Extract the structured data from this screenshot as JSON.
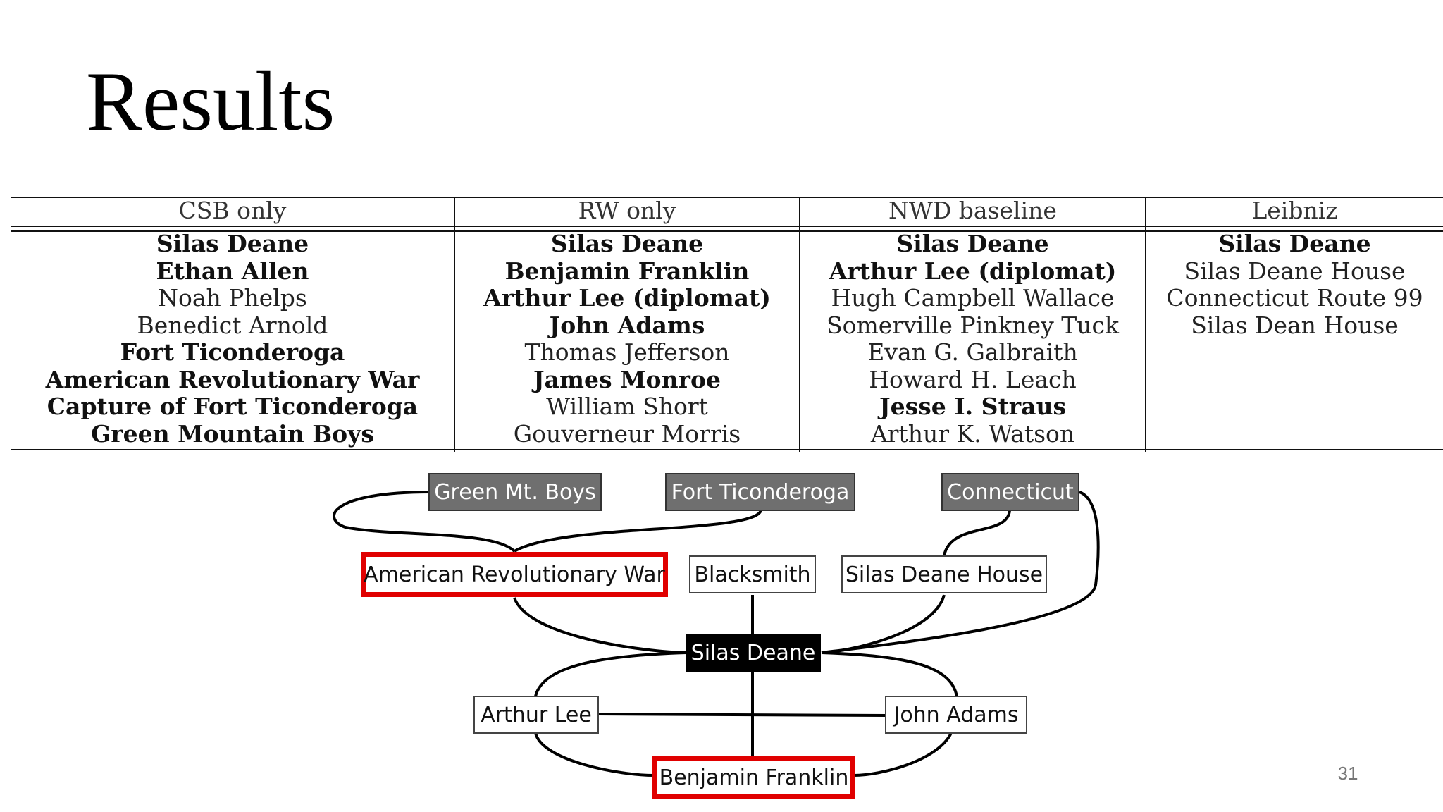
{
  "slide": {
    "title": "Results",
    "page_number": "31"
  },
  "table": {
    "columns": [
      {
        "header": "CSB only",
        "rows": [
          {
            "text": "Silas Deane",
            "bold": true
          },
          {
            "text": "Ethan Allen",
            "bold": true
          },
          {
            "text": "Noah Phelps",
            "bold": false
          },
          {
            "text": "Benedict Arnold",
            "bold": false
          },
          {
            "text": "Fort Ticonderoga",
            "bold": true
          },
          {
            "text": "American Revolutionary War",
            "bold": true
          },
          {
            "text": "Capture of Fort Ticonderoga",
            "bold": true
          },
          {
            "text": "Green Mountain Boys",
            "bold": true
          }
        ]
      },
      {
        "header": "RW only",
        "rows": [
          {
            "text": "Silas Deane",
            "bold": true
          },
          {
            "text": "Benjamin Franklin",
            "bold": true
          },
          {
            "text": "Arthur Lee (diplomat)",
            "bold": true
          },
          {
            "text": "John Adams",
            "bold": true
          },
          {
            "text": "Thomas Jefferson",
            "bold": false
          },
          {
            "text": "James Monroe",
            "bold": true
          },
          {
            "text": "William Short",
            "bold": false
          },
          {
            "text": "Gouverneur Morris",
            "bold": false
          }
        ]
      },
      {
        "header": "NWD baseline",
        "rows": [
          {
            "text": "Silas Deane",
            "bold": true
          },
          {
            "text": "Arthur Lee (diplomat)",
            "bold": true
          },
          {
            "text": "Hugh Campbell Wallace",
            "bold": false
          },
          {
            "text": "Somerville Pinkney Tuck",
            "bold": false
          },
          {
            "text": "Evan G. Galbraith",
            "bold": false
          },
          {
            "text": "Howard H. Leach",
            "bold": false
          },
          {
            "text": "Jesse I. Straus",
            "bold": true
          },
          {
            "text": "Arthur K. Watson",
            "bold": false
          }
        ]
      },
      {
        "header": "Leibniz",
        "rows": [
          {
            "text": "Silas Deane",
            "bold": true
          },
          {
            "text": "Silas Deane House",
            "bold": false
          },
          {
            "text": "Connecticut Route 99",
            "bold": false
          },
          {
            "text": "Silas Dean House",
            "bold": false
          }
        ]
      }
    ]
  },
  "graph": {
    "nodes": {
      "green_mt_boys": {
        "label": "Green Mt. Boys",
        "style": "gray"
      },
      "fort_ticonderoga": {
        "label": "Fort Ticonderoga",
        "style": "gray"
      },
      "connecticut": {
        "label": "Connecticut",
        "style": "gray"
      },
      "american_revolutionary_war": {
        "label": "American Revolutionary War",
        "style": "red"
      },
      "blacksmith": {
        "label": "Blacksmith",
        "style": "white"
      },
      "silas_deane_house": {
        "label": "Silas Deane House",
        "style": "white"
      },
      "silas_deane": {
        "label": "Silas Deane",
        "style": "black"
      },
      "arthur_lee": {
        "label": "Arthur Lee",
        "style": "white"
      },
      "john_adams": {
        "label": "John Adams",
        "style": "white"
      },
      "benjamin_franklin": {
        "label": "Benjamin Franklin",
        "style": "red"
      }
    },
    "colors": {
      "gray_node": "#6f6f6f",
      "highlight_border": "#e00000",
      "center_node": "#000000"
    }
  }
}
